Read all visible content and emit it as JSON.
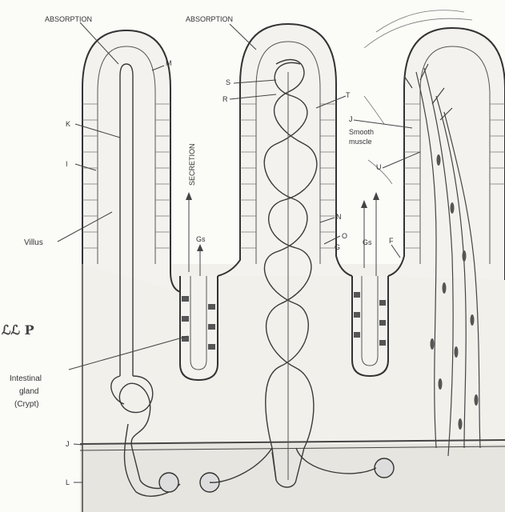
{
  "labels": {
    "absorption_left": "ABSORPTION",
    "absorption_right": "ABSORPTION",
    "secretion": "SECRETION",
    "villus": "Villus",
    "intestinal_gland_line1": "Intestinal",
    "intestinal_gland_line2": "gland",
    "intestinal_gland_line3": "(Crypt)",
    "smooth_muscle_line1": "Smooth",
    "smooth_muscle_line2": "muscle",
    "margin_mark": "ℒℒ P",
    "letter_K_left": "K",
    "letter_I_left": "I",
    "letter_J_bottom": "J",
    "letter_L_bottom": "L",
    "letter_M_top": "M",
    "letter_S": "S",
    "letter_R": "R",
    "letter_T": "T",
    "letter_J_right": "J",
    "letter_U": "U",
    "letter_N": "N",
    "letter_O": "O",
    "letter_G": "G",
    "letter_F": "F",
    "letter_Gs_left": "Gs",
    "letter_Gs_right": "Gs"
  },
  "colors": {
    "ink": "#3a3a3a",
    "paper": "#fbfbf8",
    "tissue": "#ecebe6"
  }
}
